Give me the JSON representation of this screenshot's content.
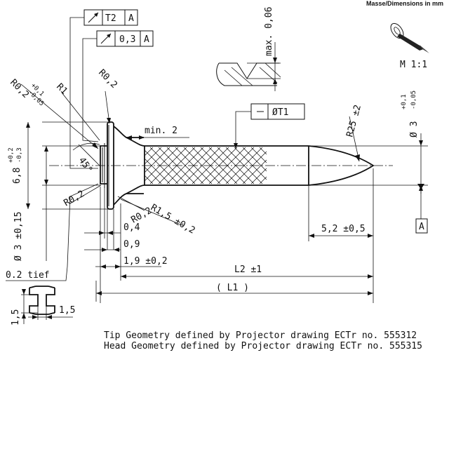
{
  "header": {
    "units_label": "Masse/Dimensions in mm"
  },
  "scale_label": "M 1:1",
  "tolerance_frames": {
    "runout_tip": {
      "symbol": "↗",
      "value": "T2",
      "datum": "A"
    },
    "runout_head": {
      "symbol": "↗",
      "value": "0,3",
      "datum": "A"
    },
    "shank_diameter": {
      "symbol": "—",
      "value": "ØT1"
    }
  },
  "datum_label": "A",
  "dimensions": {
    "r02_head": {
      "main": "R0,2",
      "tol_upper": "+0,1",
      "tol_lower": "-0,05"
    },
    "r1": "R1",
    "r02_top": "R0,2",
    "r02_left": "R0,2",
    "r15": "R1,5 ±0,2",
    "r02_lower": "R0,2",
    "r25": "R25 ±2",
    "min2": "min. 2",
    "max006": "max. 0,06",
    "angle45": "45°",
    "head_dia": {
      "main": "6,8",
      "tol_upper": "+0,2",
      "tol_lower": "-0,3"
    },
    "shank_dia": {
      "main": "Ø 3",
      "tol_upper": "+0,1",
      "tol_lower": "-0,05"
    },
    "collar_dia": "Ø 3 ±0,15",
    "d04": "0,4",
    "d09": "0,9",
    "d19": "1,9 ±0,2",
    "tip_len": "5,2 ±0,5",
    "l2": "L2 ±1",
    "l1": "( L1 )",
    "tief": "0.2 tief",
    "d15a": "1,5",
    "d15b": "1,5"
  },
  "notes": {
    "tip_geometry": "Tip Geometry defined by Projector drawing ECTr no. 555312",
    "head_geometry": "Head Geometry defined by Projector drawing ECTr no. 555315"
  }
}
